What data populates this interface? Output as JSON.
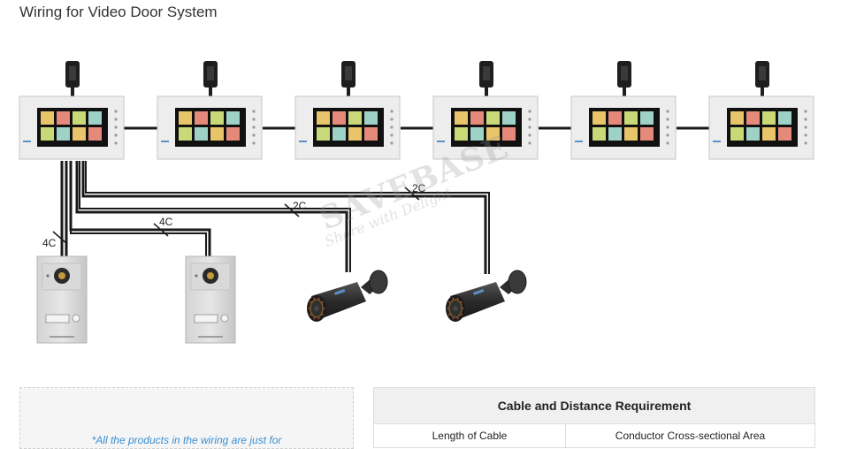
{
  "page": {
    "title": "Wiring for Video Door System"
  },
  "watermark": {
    "brand": "SAVEBASE",
    "tagline": "Share with Delight"
  },
  "diagram": {
    "monitor_count": 6,
    "door_station_count": 2,
    "camera_count": 2,
    "cable_labels": {
      "door_station_1": "4C",
      "door_station_2": "4C",
      "camera_1": "2C",
      "camera_2": "2C"
    },
    "colors": {
      "cable": "#1a1a1a",
      "monitor_frame": "#ededed",
      "screen": "#111111",
      "panel": "#c8c8c8",
      "camera": "#2d2d2d"
    },
    "screen_tile_colors": [
      "#e8c46a",
      "#e58a7a",
      "#c9d978",
      "#9fd2c6"
    ]
  },
  "note": {
    "text": "*All the products in the wiring are just for"
  },
  "requirements_table": {
    "title": "Cable and Distance Requirement",
    "columns": [
      "Length of Cable",
      "Conductor Cross-sectional Area"
    ]
  }
}
